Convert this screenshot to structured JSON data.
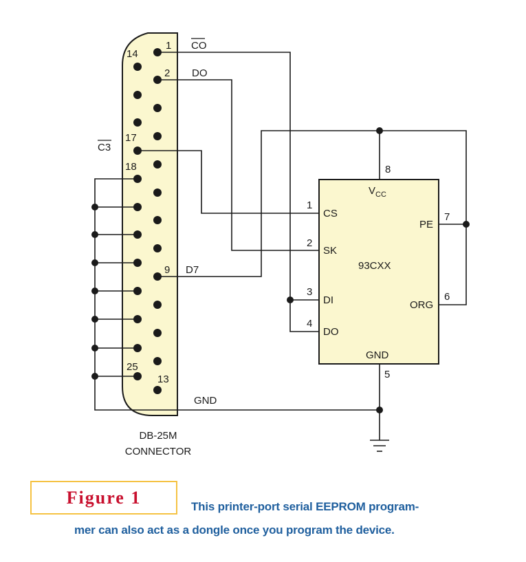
{
  "figure": {
    "label": "Figure 1",
    "caption_line1": "This printer-port serial EEPROM program-",
    "caption_line2": "mer can also act as a dongle once you program the device.",
    "accent_color": "#c8102e",
    "caption_color": "#1f5f9e",
    "box_border_color": "#f5c242"
  },
  "connector": {
    "name_line1": "DB-25M",
    "name_line2": "CONNECTOR",
    "fill_color": "#fbf7cf",
    "pin_labels": {
      "p1": "1",
      "p2": "2",
      "p9": "9",
      "p13": "13",
      "p14": "14",
      "p17": "17",
      "p18": "18",
      "p25": "25"
    },
    "signals": {
      "co": "CO",
      "do": "DO",
      "c3": "C3",
      "d7": "D7",
      "gnd": "GND"
    }
  },
  "chip": {
    "name": "93CXX",
    "fill_color": "#fbf7cf",
    "vcc_main": "V",
    "vcc_sub": "CC",
    "pins": {
      "cs": "CS",
      "sk": "SK",
      "di": "DI",
      "do": "DO",
      "pe": "PE",
      "org": "ORG",
      "gnd": "GND"
    },
    "pin_numbers": {
      "n1": "1",
      "n2": "2",
      "n3": "3",
      "n4": "4",
      "n5": "5",
      "n6": "6",
      "n7": "7",
      "n8": "8"
    }
  }
}
